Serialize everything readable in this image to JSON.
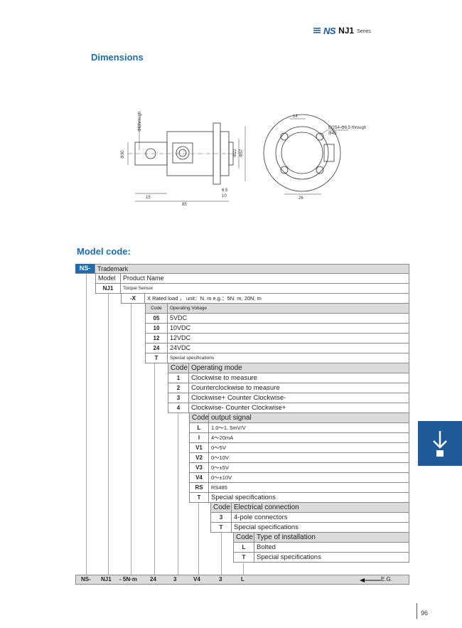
{
  "header": {
    "logo": "NS",
    "series_name": "NJ1",
    "series_word": "Series"
  },
  "section_titles": {
    "dimensions": "Dimensions",
    "model_code": "Model code:"
  },
  "drawing_labels": {
    "through": "Φ6through",
    "d30": "Φ30",
    "d22": "Φ22",
    "d57": "Φ57",
    "d15": "15",
    "d85": "85",
    "d65": "6.5",
    "d10": "10",
    "d14": "14",
    "eqs": "EQS4-Φ6.5 through",
    "d45": "Φ45",
    "d26": "26"
  },
  "model_table": {
    "trademark": {
      "code": "NS-",
      "label": "Trademark"
    },
    "model": {
      "code": "Model",
      "label": "Product Name"
    },
    "product": {
      "code": "NJ1",
      "label": "Torque Sensor"
    },
    "load": {
      "code": "-X",
      "label": "X Rated load  ，    unit：N. m e.g.：5N. m,  20N. m"
    },
    "voltage_header": {
      "code": "Code",
      "label": "Operating Voltage"
    },
    "voltage_rows": [
      {
        "code": "05",
        "label": "5VDC"
      },
      {
        "code": "10",
        "label": "10VDC"
      },
      {
        "code": "12",
        "label": "12VDC"
      },
      {
        "code": "24",
        "label": "24VDC"
      },
      {
        "code": "T",
        "label": "Special specifications"
      }
    ],
    "mode_header": {
      "code": "Code",
      "label": "Operating mode"
    },
    "mode_rows": [
      {
        "code": "1",
        "label": "Clockwise to measure"
      },
      {
        "code": "2",
        "label": "Counterclockwise to measure"
      },
      {
        "code": "3",
        "label": "Clockwise+  Counter Clockwise-"
      },
      {
        "code": "4",
        "label": "Clockwise-  Counter Clockwise+"
      }
    ],
    "signal_header": {
      "code": "Code",
      "label": "output signal"
    },
    "signal_rows": [
      {
        "code": "L",
        "label": "1.0～1. 5mV/V"
      },
      {
        "code": "I",
        "label": "4～20mA"
      },
      {
        "code": "V1",
        "label": "0～5V"
      },
      {
        "code": "V2",
        "label": "0～10V"
      },
      {
        "code": "V3",
        "label": "0～±5V"
      },
      {
        "code": "V4",
        "label": "0～±10V"
      },
      {
        "code": "RS",
        "label": "RS485"
      },
      {
        "code": "T",
        "label": "Special specifications"
      }
    ],
    "conn_header": {
      "code": "Code",
      "label": "Electrical connection"
    },
    "conn_rows": [
      {
        "code": "3",
        "label": "4-pole connectors"
      },
      {
        "code": "T",
        "label": "Special specifications"
      }
    ],
    "install_header": {
      "code": "Code",
      "label": "Type of installation"
    },
    "install_rows": [
      {
        "code": "L",
        "label": "Bolted"
      },
      {
        "code": "T",
        "label": "Special specifications"
      }
    ]
  },
  "example": {
    "parts": [
      "NS-",
      "NJ1",
      "- 5N·m",
      "24",
      "3",
      "V4",
      "3",
      "L"
    ],
    "arrow_label": "E.G."
  },
  "page_number": "96",
  "colors": {
    "accent": "#1f6bb0",
    "sidebox": "#1f5a96",
    "row_gray": "#dcdcdc"
  }
}
